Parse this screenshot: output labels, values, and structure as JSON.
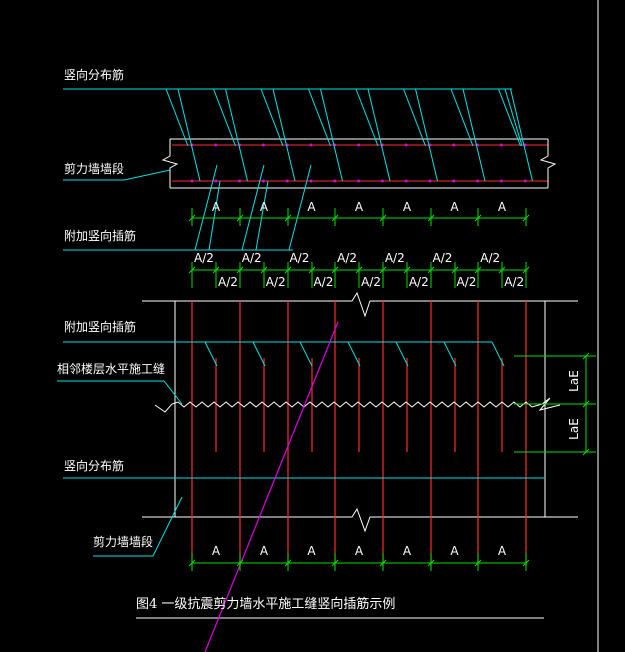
{
  "labels": {
    "vertical_dist_top": "竖向分布筋",
    "shear_wall_top": "剪力墙墙段",
    "extra_vertical_top": "附加竖向插筋",
    "extra_vertical_mid": "附加竖向插筋",
    "floor_joint": "相邻楼层水平施工缝",
    "vertical_dist_bottom": "竖向分布筋",
    "shear_wall_bottom": "剪力墙墙段"
  },
  "dimensions": {
    "spacing_label": "A",
    "half_spacing_label": "A/2",
    "lae_label": "LaE"
  },
  "caption": "图4   一级抗震剪力墙水平施工缝竖向插筋示例",
  "colors": {
    "background": "#000000",
    "wall_outline": "#ffffff",
    "rebar_red": "#ff2a2a",
    "leader_cyan": "#00e5e5",
    "dimension_green": "#00e000",
    "section_line_magenta": "#e000e0",
    "text": "#ffffff"
  }
}
